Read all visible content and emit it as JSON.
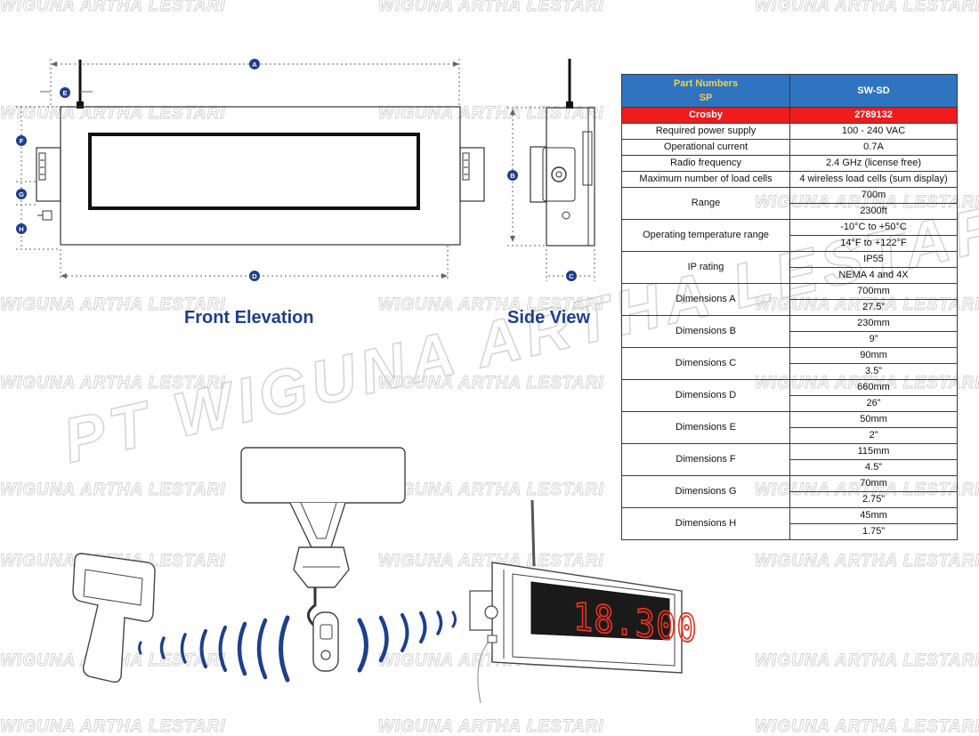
{
  "watermark": {
    "small": "WIGUNA ARTHA LESTARI",
    "large": "PT WIGUNA ARTHA LESTARI"
  },
  "colors": {
    "accent_blue": "#1d3f8c",
    "header_blue": "#2f74c0",
    "header_yellow": "#f3d23e",
    "brand_red": "#ee1c1c",
    "display_red": "#e8321e"
  },
  "drawing": {
    "dimension_markers": [
      "A",
      "B",
      "C",
      "D",
      "E",
      "F",
      "G",
      "H"
    ],
    "front_caption": "Front Elevation",
    "side_caption": "Side View"
  },
  "illustration": {
    "display_reading": "18.300"
  },
  "table": {
    "header": {
      "part_numbers_label": "Part Numbers",
      "sp_label": "SP",
      "model": "SW-SD"
    },
    "brand": {
      "label": "Crosby",
      "value": "2789132"
    },
    "rows": [
      {
        "label": "Required power supply",
        "values": [
          "100 - 240 VAC"
        ]
      },
      {
        "label": "Operational current",
        "values": [
          "0.7A"
        ]
      },
      {
        "label": "Radio frequency",
        "values": [
          "2.4 GHz (license free)"
        ]
      },
      {
        "label": "Maximum number of load cells",
        "values": [
          "4 wireless load cells (sum display)"
        ]
      },
      {
        "label": "Range",
        "values": [
          "700m",
          "2300ft"
        ]
      },
      {
        "label": "Operating temperature range",
        "values": [
          "-10°C to +50°C",
          "14°F to +122°F"
        ]
      },
      {
        "label": "IP rating",
        "values": [
          "IP55",
          "NEMA 4 and 4X"
        ]
      },
      {
        "label": "Dimensions A",
        "values": [
          "700mm",
          "27.5”"
        ]
      },
      {
        "label": "Dimensions B",
        "values": [
          "230mm",
          "9”"
        ]
      },
      {
        "label": "Dimensions C",
        "values": [
          "90mm",
          "3.5”"
        ]
      },
      {
        "label": "Dimensions D",
        "values": [
          "660mm",
          "26”"
        ]
      },
      {
        "label": "Dimensions E",
        "values": [
          "50mm",
          "2”"
        ]
      },
      {
        "label": "Dimensions F",
        "values": [
          "115mm",
          "4.5”"
        ]
      },
      {
        "label": "Dimensions G",
        "values": [
          "70mm",
          "2.75”"
        ]
      },
      {
        "label": "Dimensions H",
        "values": [
          "45mm",
          "1.75”"
        ]
      }
    ]
  }
}
